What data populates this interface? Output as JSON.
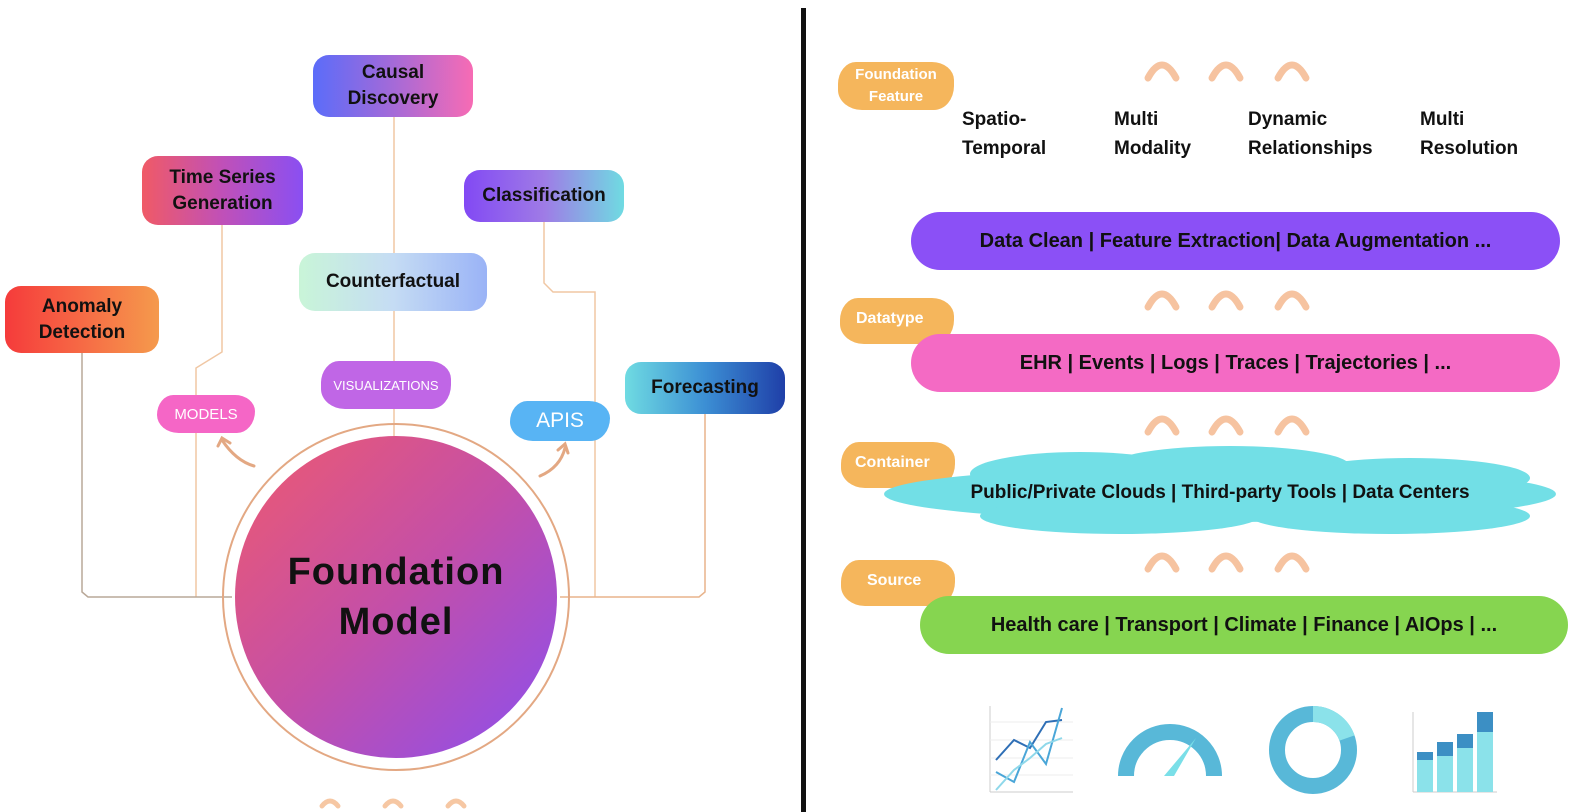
{
  "left": {
    "center_label_line1": "Foundation",
    "center_label_line2": "Model",
    "tasks": {
      "causal_line1": "Causal",
      "causal_line2": "Discovery",
      "timeseries_line1": "Time Series",
      "timeseries_line2": "Generation",
      "classification": "Classification",
      "counterfactual": "Counterfactual",
      "anomaly_line1": "Anomaly",
      "anomaly_line2": "Detection",
      "forecasting": "Forecasting"
    },
    "tags": {
      "models": "MODELS",
      "visualizations": "VISUALIZATIONS",
      "apis": "APIS"
    }
  },
  "right": {
    "foundation_feature_line1": "Foundation",
    "foundation_feature_line2": "Feature",
    "features": [
      {
        "line1": "Spatio-",
        "line2": "Temporal"
      },
      {
        "line1": "Multi",
        "line2": "Modality"
      },
      {
        "line1": "Dynamic",
        "line2": "Relationships"
      },
      {
        "line1": "Multi",
        "line2": "Resolution"
      }
    ],
    "processing_bar": "Data Clean | Feature Extraction| Data Augmentation ...",
    "datatype_label": "Datatype",
    "datatype_bar": "EHR | Events | Logs | Traces | Trajectories | ...",
    "container_label": "Container",
    "container_bar": "Public/Private Clouds | Third-party Tools | Data Centers",
    "source_label": "Source",
    "source_bar": "Health care | Transport | Climate | Finance | AIOps | ..."
  },
  "colors": {
    "connector": "#e8b48c",
    "tag_orange": "#f5b65c",
    "processing": "#8b50f6",
    "datatype": "#f46ac4",
    "container": "#72dfe6",
    "source": "#86d550",
    "divider": "#111111"
  },
  "icons": [
    "line-chart-icon",
    "gauge-icon",
    "donut-chart-icon",
    "stacked-bar-chart-icon"
  ]
}
